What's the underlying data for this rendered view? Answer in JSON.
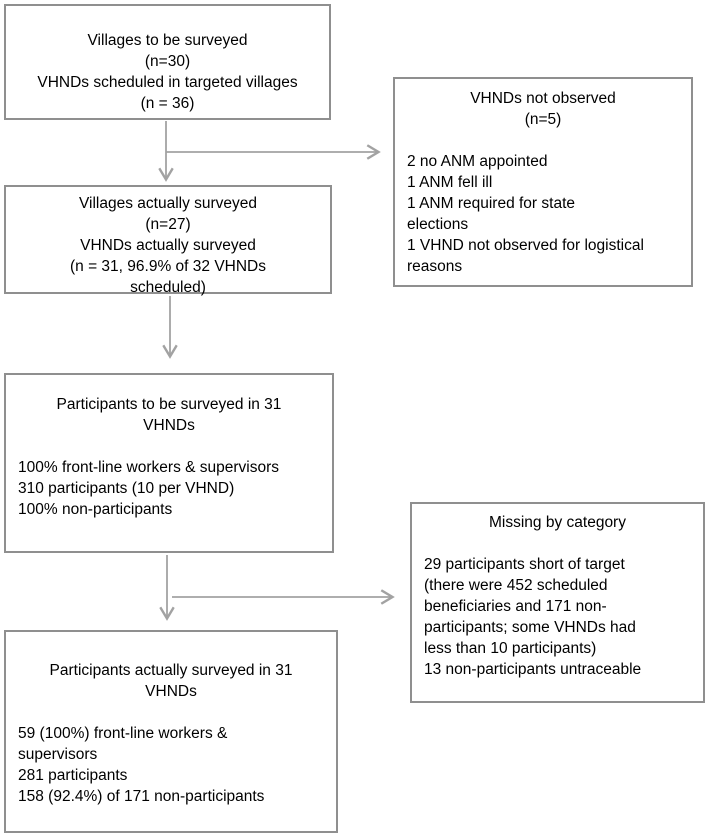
{
  "colors": {
    "background": "#ffffff",
    "box_border": "#8f8f8f",
    "arrow": "#a2a2a2",
    "text": "#000000"
  },
  "boxes": {
    "villages_to_be_surveyed": {
      "title_lines": [
        "Villages to be surveyed",
        "(n=30)",
        "VHNDs scheduled in targeted villages",
        "(n = 36)"
      ],
      "body_lines": []
    },
    "villages_actually_surveyed": {
      "title_lines": [
        "Villages actually surveyed",
        "(n=27)",
        "VHNDs actually surveyed",
        "(n = 31, 96.9% of 32 VHNDs",
        "scheduled)"
      ],
      "body_lines": []
    },
    "participants_to_be_surveyed": {
      "title_lines": [
        "Participants to be surveyed in 31",
        "VHNDs"
      ],
      "body_lines": [
        "100% front-line workers & supervisors",
        "310 participants (10 per VHND)",
        "100% non-participants"
      ]
    },
    "participants_actually_surveyed": {
      "title_lines": [
        "Participants actually surveyed in 31",
        "VHNDs"
      ],
      "body_lines": [
        "59 (100%) front-line workers &",
        "supervisors",
        "281 participants",
        "158 (92.4%) of 171 non-participants"
      ]
    },
    "vhnds_not_observed": {
      "title_lines": [
        "VHNDs not observed",
        "(n=5)"
      ],
      "body_lines": [
        "2 no ANM appointed",
        "1 ANM fell ill",
        "1 ANM required for state",
        "elections",
        "1 VHND not observed for logistical",
        "reasons"
      ]
    },
    "missing_by_category": {
      "title_lines": [
        "Missing by category"
      ],
      "body_lines": [
        "29 participants short of target",
        "(there were 452 scheduled",
        "beneficiaries and 171 non-",
        "participants; some VHNDs had",
        "less than 10 participants)",
        "13 non-participants untraceable"
      ]
    }
  },
  "edges": [
    {
      "from": "villages_to_be_surveyed",
      "to": "villages_actually_surveyed",
      "type": "arrow-down"
    },
    {
      "from": "villages_to_be_surveyed",
      "to": "vhnds_not_observed",
      "type": "arrow-right"
    },
    {
      "from": "villages_actually_surveyed",
      "to": "participants_to_be_surveyed",
      "type": "arrow-down"
    },
    {
      "from": "participants_to_be_surveyed",
      "to": "participants_actually_surveyed",
      "type": "arrow-down"
    },
    {
      "from": "participants_to_be_surveyed",
      "to": "missing_by_category",
      "type": "arrow-right"
    }
  ]
}
